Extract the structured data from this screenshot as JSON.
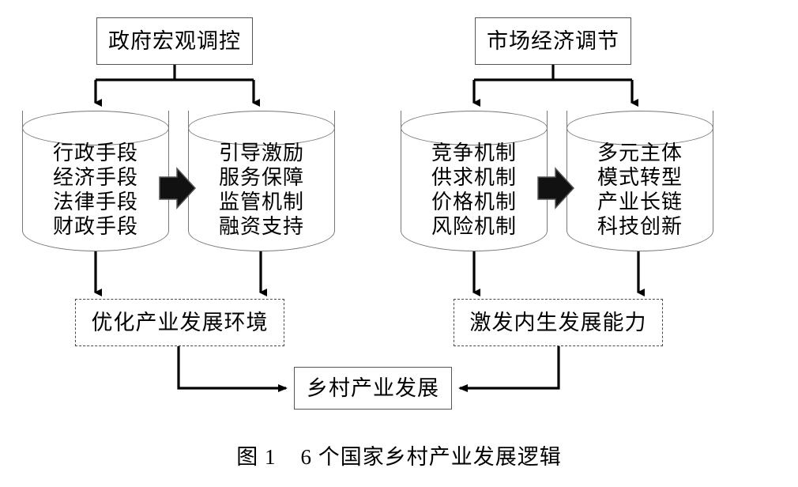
{
  "figure": {
    "caption": "图 1    6 个国家乡村产业发展逻辑",
    "colors": {
      "stroke": "#000000",
      "box_border": "#555555",
      "dashed_border": "#4a4a4a",
      "cylinder_border": "#777777",
      "background": "#ffffff",
      "block_arrow_fill": "#111111"
    }
  },
  "branches": {
    "left": {
      "driver": "政府宏观调控",
      "source_store": {
        "lines": [
          "行政手段",
          "经济手段",
          "法律手段",
          "财政手段"
        ]
      },
      "target_store": {
        "lines": [
          "引导激励",
          "服务保障",
          "监管机制",
          "融资支持"
        ]
      },
      "outcome": "优化产业发展环境"
    },
    "right": {
      "driver": "市场经济调节",
      "source_store": {
        "lines": [
          "竞争机制",
          "供求机制",
          "价格机制",
          "风险机制"
        ]
      },
      "target_store": {
        "lines": [
          "多元主体",
          "模式转型",
          "产业长链",
          "科技创新"
        ]
      },
      "outcome": "激发内生发展能力"
    }
  },
  "result": {
    "label": "乡村产业发展"
  }
}
